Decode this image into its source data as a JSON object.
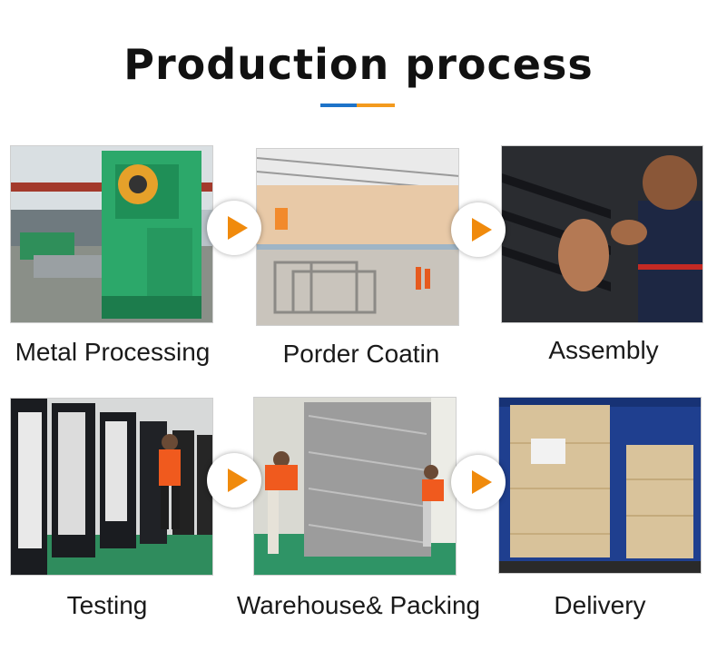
{
  "header": {
    "title": "Production process"
  },
  "steps": [
    {
      "label": "Metal Processing"
    },
    {
      "label": "Porder Coatin"
    },
    {
      "label": "Assembly"
    },
    {
      "label": "Testing"
    },
    {
      "label": "Warehouse& Packing"
    },
    {
      "label": "Delivery"
    }
  ],
  "colors": {
    "accent_blue": "#1e73c8",
    "accent_orange": "#f39a1e",
    "arrow": "#f08a0c"
  },
  "icons": {
    "next": "play-arrow-icon"
  }
}
